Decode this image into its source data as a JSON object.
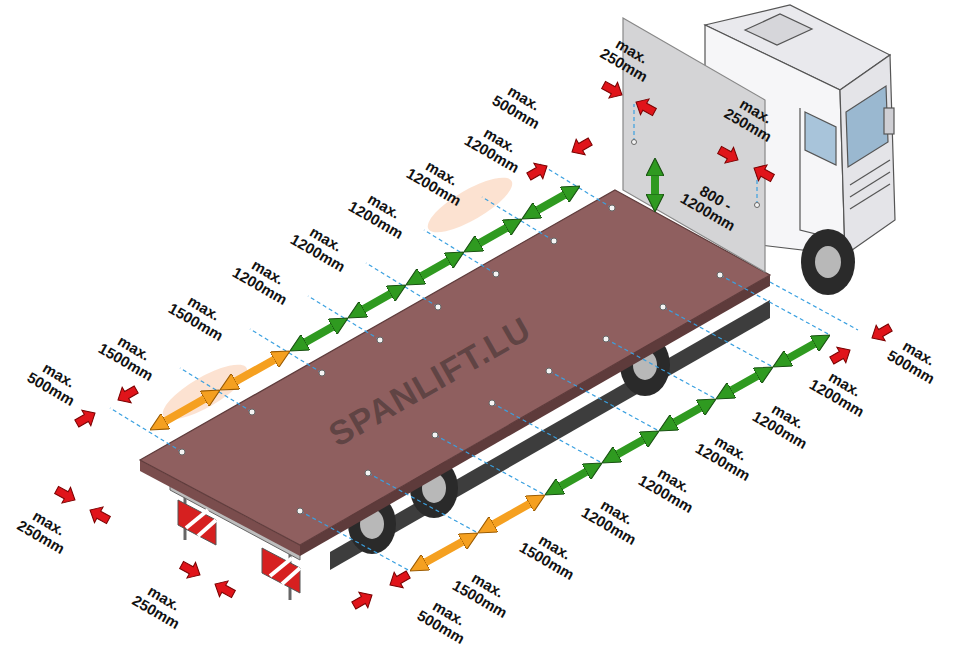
{
  "diagram": {
    "labels": [
      "max. 250mm",
      "max. 250mm",
      "800 - 1200mm",
      "max. 500mm",
      "max. 1200mm",
      "max. 1200mm",
      "max. 1200mm",
      "max. 1200mm",
      "max. 1200mm",
      "max. 1500mm",
      "max. 1500mm",
      "max. 500mm",
      "max. 250mm",
      "max. 500mm",
      "max. 1200mm",
      "max. 1200mm",
      "max. 1200mm",
      "max. 1200mm",
      "max. 1200mm",
      "max. 1500mm",
      "max. 1500mm",
      "max. 500mm",
      "max. 250mm",
      "SPANLIFT.LU"
    ]
  }
}
